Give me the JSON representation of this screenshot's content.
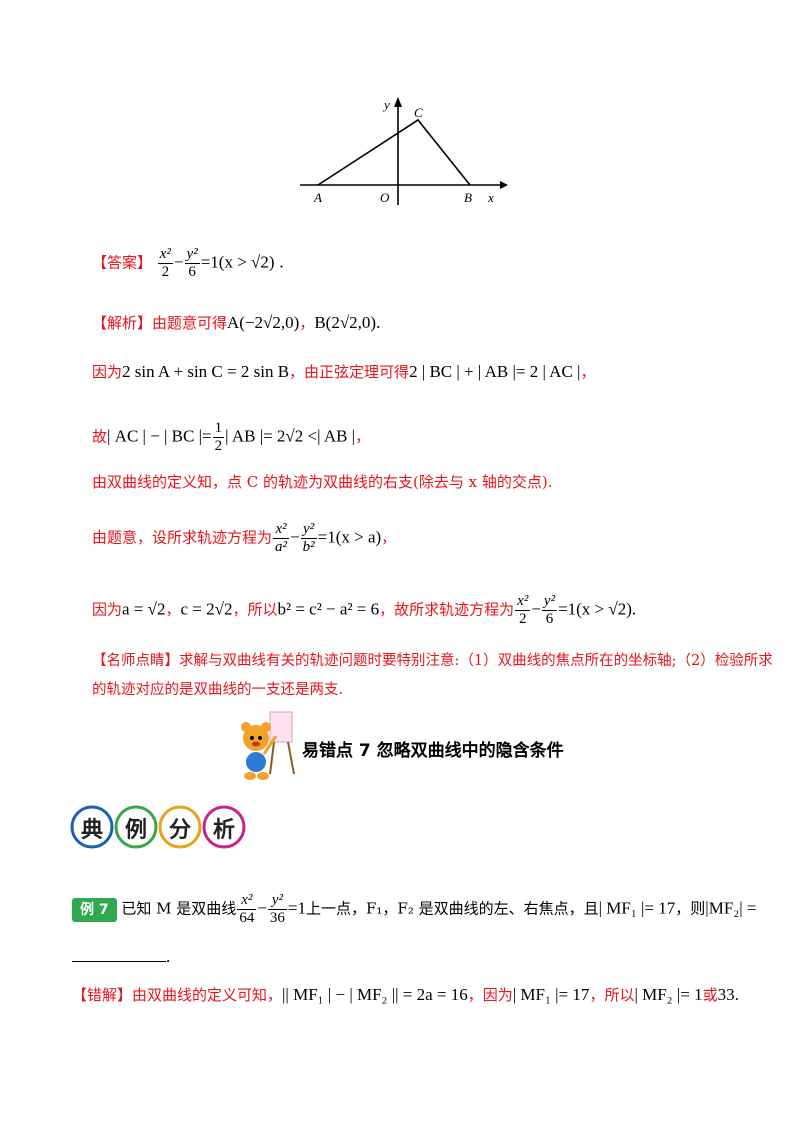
{
  "diagram": {
    "labels": {
      "y": "y",
      "c": "C",
      "a": "A",
      "o": "O",
      "b": "B",
      "x": "x"
    }
  },
  "answer": {
    "tag": "【答案】",
    "num1": "x²",
    "den1": "2",
    "num2": "y²",
    "den2": "6",
    "eq": "=1(x > √2)",
    "end": "."
  },
  "analysis": {
    "tag": "【解析】",
    "lead": "由题意可得",
    "pointA": "A(−2√2,0)",
    "comma": "，",
    "pointB": "B(2√2,0)",
    "end": "."
  },
  "step1": {
    "lead": "因为",
    "eq1": "2 sin A + sin C = 2 sin B",
    "mid": "，由正弦定理可得",
    "eq2": "2 | BC | + | AB |= 2 | AC |",
    "end": "，"
  },
  "step2": {
    "lead": "故",
    "pre": "| AC | − | BC |=",
    "num": "1",
    "den": "2",
    "post": "| AB |= 2√2 <| AB |",
    "end": "，"
  },
  "step3": {
    "text": "由双曲线的定义知，点 C 的轨迹为双曲线的右支(除去与 x 轴的交点)."
  },
  "step4": {
    "lead": "由题意，设所求轨迹方程为",
    "num1": "x²",
    "den1": "a²",
    "num2": "y²",
    "den2": "b²",
    "eq": "=1(x > a)",
    "end": "，"
  },
  "step5": {
    "lead": "因为",
    "eq1": "a = √2",
    "c1": "，",
    "eq2": "c = 2√2",
    "mid": "，所以",
    "eq3": "b² = c² − a² = 6",
    "mid2": "，故所求轨迹方程为",
    "num1": "x²",
    "den1": "2",
    "num2": "y²",
    "den2": "6",
    "eq4": "=1(x > √2)",
    "end": "."
  },
  "tip": {
    "tag": "【名师点睛】",
    "line1": "求解与双曲线有关的轨迹问题时要特别注意:（1）双曲线的焦点所在的坐标轴;（2）检验所求",
    "line2": "的轨迹对应的是双曲线的一支还是两支."
  },
  "heading": {
    "text": "易错点 7  忽略双曲线中的隐含条件"
  },
  "banner": {
    "chars": [
      "典",
      "例",
      "分",
      "析"
    ]
  },
  "example": {
    "badge": "例 7",
    "lead": "已知 M 是双曲线",
    "num1": "x²",
    "den1": "64",
    "num2": "y²",
    "den2": "36",
    "eq": "=1",
    "mid": "上一点，F₁，F₂ 是双曲线的左、右焦点，且",
    "cond": "| MF₁ |= 17",
    "mid2": "，则",
    "ask": "|MF₂| =",
    "end": "."
  },
  "wrong": {
    "tag": "【错解】",
    "lead": "由双曲线的定义可知，",
    "eq1": "|| MF₁ | − | MF₂ || = 2a = 16",
    "mid": "，因为",
    "eq2": "| MF₁ |= 17",
    "mid2": "，所以",
    "eq3": "| MF₂ |= 1",
    "or": "或",
    "val": "33",
    "end": "."
  }
}
